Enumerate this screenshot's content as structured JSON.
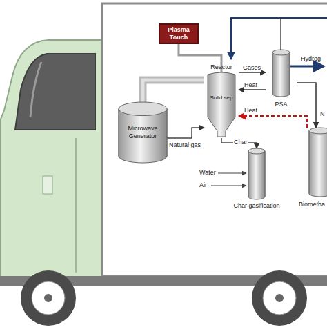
{
  "diagram": {
    "nodes": [
      {
        "text": [
          "Plasma Touch"
        ]
      },
      {
        "text": [
          "Microwave Generator"
        ]
      },
      {
        "text": [
          "Reactor",
          "Solid sep"
        ]
      },
      {
        "text": [
          "PSA"
        ]
      },
      {
        "text": [
          "Char gasification"
        ]
      },
      {
        "text": [
          "Biometha"
        ]
      }
    ],
    "edges": [
      {
        "from": 0,
        "to": 2,
        "arrow": "none"
      },
      {
        "from": 1,
        "to": 2,
        "label": "Natural gas",
        "arrow": "to"
      },
      {
        "from": 2,
        "to": 3,
        "label": "Gases",
        "arrow": "to"
      },
      {
        "from": 3,
        "to": 2,
        "label": "Heat",
        "arrow": "to"
      },
      {
        "from": 5,
        "to": 2,
        "label": "Heat",
        "arrow": "to"
      },
      {
        "from": 2,
        "to": 4,
        "label": "Char",
        "arrow": "to"
      },
      {
        "from": 3,
        "to": 5,
        "arrow": "to"
      }
    ],
    "labels": [
      "Hydrog",
      "Water",
      "Air",
      "N"
    ]
  }
}
